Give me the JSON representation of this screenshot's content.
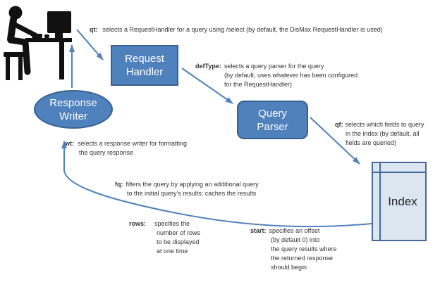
{
  "colors": {
    "node_fill": "#4f81bd",
    "node_border": "#38618f",
    "arrow": "#4f81bd",
    "index_fill": "#dce6f1",
    "index_border": "#44699d",
    "text": "#333333",
    "icon": "#111111"
  },
  "icons": {
    "user": "user-at-computer-icon"
  },
  "nodes": {
    "request_handler": {
      "lines": [
        "Request",
        "Handler"
      ]
    },
    "query_parser": {
      "lines": [
        "Query",
        "Parser"
      ]
    },
    "response_writer": {
      "lines": [
        "Response",
        "Writer"
      ]
    },
    "index": {
      "label": "Index"
    }
  },
  "annotations": {
    "qt": {
      "label": "qt:",
      "lines": [
        "selects a RequestHandler for a query using /select (by default, the DisMax RequestHandler is used)"
      ]
    },
    "defType": {
      "label": "defType:",
      "lines": [
        "selects a query parser for the query",
        "(by default, uses whatever has been configured",
        "for the RequestHandler)"
      ]
    },
    "qf": {
      "label": "qf:",
      "lines": [
        "selects which fields to query",
        "in the index (by default, all",
        "fields are queried)"
      ]
    },
    "wt": {
      "label": "wt:",
      "lines": [
        "selects a response writer for formatting",
        "the query response"
      ]
    },
    "fq": {
      "label": "fq:",
      "lines": [
        "filters the query by applying an additional query",
        "to the initial query's results; caches the results"
      ]
    },
    "rows": {
      "label": "rows:",
      "lines": [
        "specifies the",
        "number of rows",
        "to be displayed",
        "at one time"
      ]
    },
    "start": {
      "label": "start:",
      "lines": [
        "specifies an offset",
        "(by default 0) into",
        "the query results where",
        "the returned response",
        "should begin"
      ]
    }
  }
}
